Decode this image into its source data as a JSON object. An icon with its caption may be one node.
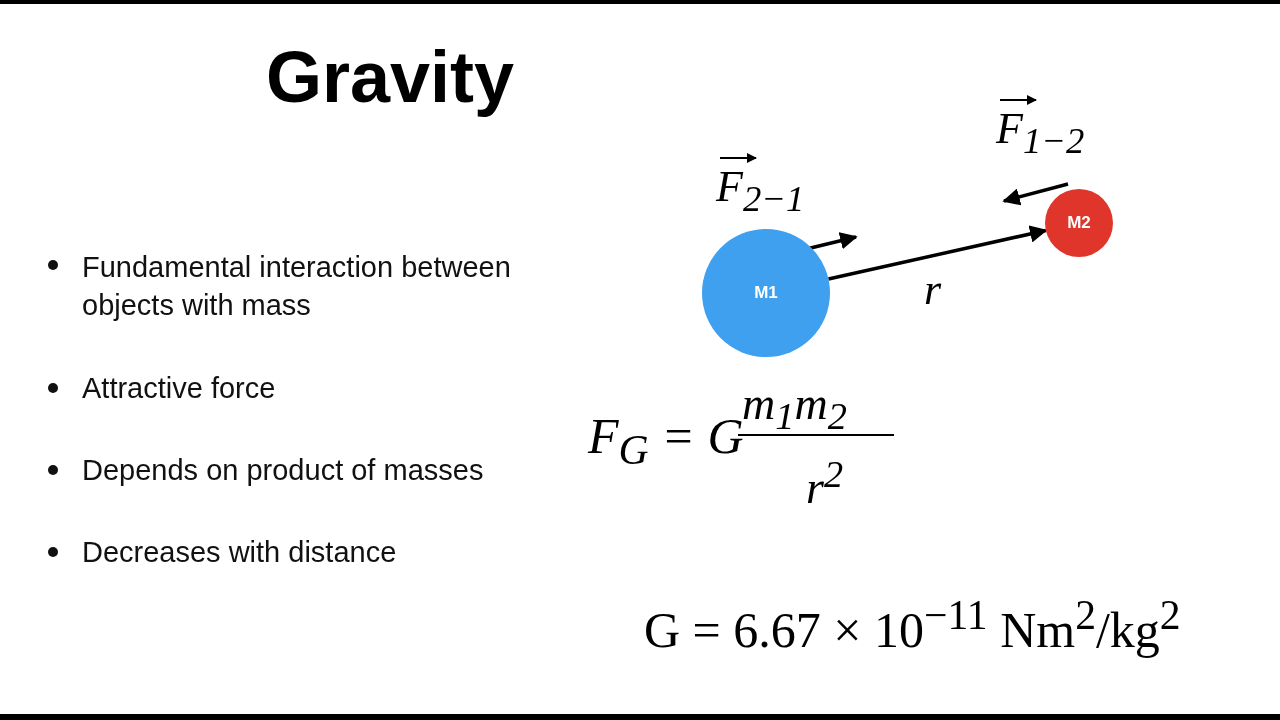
{
  "diagram": {
    "title": "Gravity",
    "nodes": [
      {
        "text": [
          "M1"
        ]
      },
      {
        "text": [
          "M2"
        ]
      }
    ],
    "edges": [
      {
        "from": 0,
        "to": 1,
        "arrow": "to",
        "label": "r"
      }
    ],
    "labels": [
      "F$_{1−2}$",
      "F$_{2−1}$",
      "Fundamental interaction between objects with mass",
      "Attractive force",
      "Depends on product of masses",
      "Decreases with distance",
      "F$_{G}$ = G",
      "m$_{1}$m$_{2}$",
      "r$^{2}$",
      "G = 6.67 × 10$^{−11}$ Nm$^{2}$/kg$^{2}$"
    ]
  }
}
